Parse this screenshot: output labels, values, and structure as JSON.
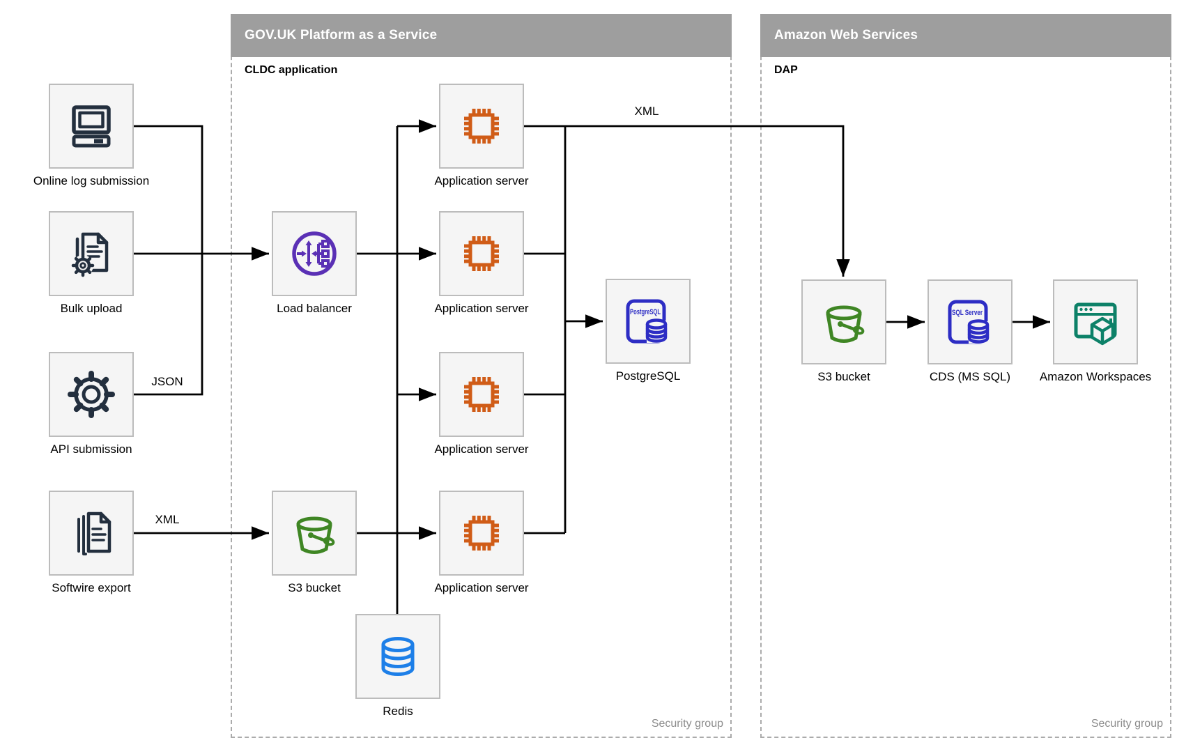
{
  "containers": {
    "paas": {
      "title": "GOV.UK Platform as a Service",
      "subtitle": "CLDC application",
      "footer": "Security group"
    },
    "aws": {
      "title": "Amazon Web Services",
      "subtitle": "DAP",
      "footer": "Security group"
    }
  },
  "nodes": {
    "sources": [
      {
        "label": "Online log submission",
        "icon": "desktop-computer-icon"
      },
      {
        "label": "Bulk upload",
        "icon": "document-gear-icon"
      },
      {
        "label": "API submission",
        "icon": "gear-icon"
      },
      {
        "label": "Softwire export",
        "icon": "document-stack-icon"
      }
    ],
    "load_balancer": {
      "label": "Load balancer",
      "icon": "load-balancer-icon"
    },
    "app_servers": [
      {
        "label": "Application server",
        "icon": "chip-icon"
      },
      {
        "label": "Application server",
        "icon": "chip-icon"
      },
      {
        "label": "Application server",
        "icon": "chip-icon"
      },
      {
        "label": "Application server",
        "icon": "chip-icon"
      }
    ],
    "paas_s3": {
      "label": "S3 bucket",
      "icon": "s3-bucket-icon"
    },
    "redis": {
      "label": "Redis",
      "icon": "database-cylinder-icon"
    },
    "postgresql": {
      "label": "PostgreSQL",
      "badge_text": "PostgreSQL",
      "icon": "postgresql-icon"
    },
    "aws_s3": {
      "label": "S3 bucket",
      "icon": "s3-bucket-icon"
    },
    "cds": {
      "label": "CDS (MS SQL)",
      "badge_text": "SQL Server",
      "icon": "sql-server-icon"
    },
    "workspaces": {
      "label": "Amazon Workspaces",
      "icon": "workspaces-icon"
    }
  },
  "edge_labels": [
    {
      "text": "JSON"
    },
    {
      "text": "XML"
    },
    {
      "text": "XML"
    }
  ],
  "colors": {
    "container_header": "#9E9E9E",
    "box_fill": "#F5F5F5",
    "box_border": "#BCBCBC",
    "edge": "#000000",
    "muted_text": "#8C8C8C",
    "navy": "#232F3E",
    "orange": "#D05C17",
    "purple": "#5A30B5",
    "green": "#3F8624",
    "indigo": "#2D2DC4",
    "azure": "#1D7FE8",
    "teal": "#0D8168"
  }
}
